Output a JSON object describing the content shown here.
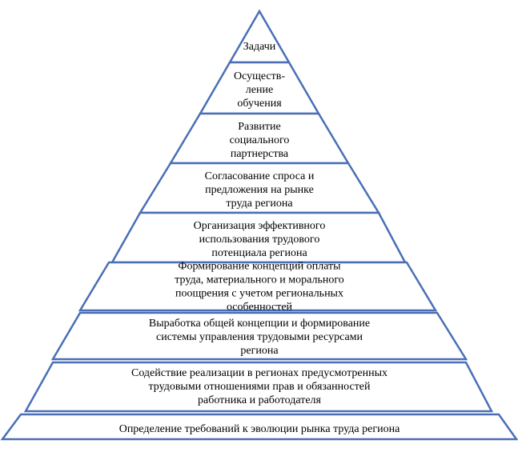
{
  "pyramid": {
    "levels": [
      {
        "lines": [
          "Задачи"
        ]
      },
      {
        "lines": [
          "Осуществ-",
          "ление",
          "обучения"
        ]
      },
      {
        "lines": [
          "Развитие",
          "социального",
          "партнерства"
        ]
      },
      {
        "lines": [
          "Согласование спроса и",
          "предложения на рынке",
          "труда региона"
        ]
      },
      {
        "lines": [
          "Организация эффективного",
          "использования трудового",
          "потенциала региона"
        ]
      },
      {
        "lines": [
          "Формирование концепций оплаты",
          "труда, материального и морального",
          "поощрения с учетом региональных",
          "особенностей"
        ]
      },
      {
        "lines": [
          "Выработка общей концепции и формирование",
          "системы управления трудовыми ресурсами",
          "региона"
        ]
      },
      {
        "lines": [
          "Содействие реализации в регионах предусмотренных",
          "трудовыми отношениями прав и обязанностей",
          "работника и работодателя"
        ]
      },
      {
        "lines": [
          "Определение требований к эволюции рынка труда региона"
        ]
      }
    ]
  }
}
